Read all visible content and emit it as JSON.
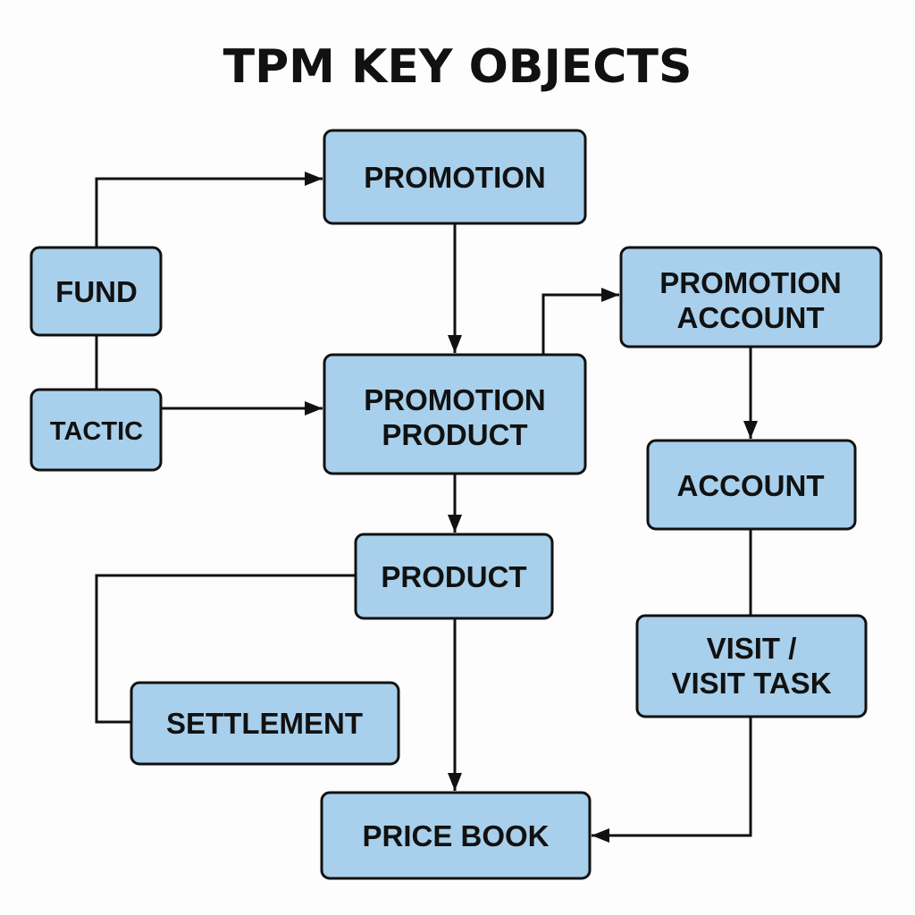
{
  "title": "TPM KEY OBJECTS",
  "nodes": {
    "promotion": [
      "PROMOTION"
    ],
    "fund": [
      "FUND"
    ],
    "tactic": [
      "TACTIC"
    ],
    "promotion_product": [
      "PROMOTION",
      "PRODUCT"
    ],
    "promotion_account": [
      "PROMOTION",
      "ACCOUNT"
    ],
    "account": [
      "ACCOUNT"
    ],
    "product": [
      "PRODUCT"
    ],
    "settlement": [
      "SETTLEMENT"
    ],
    "visit": [
      "VISIT /",
      "VISIT TASK"
    ],
    "price_book": [
      "PRICE BOOK"
    ]
  }
}
